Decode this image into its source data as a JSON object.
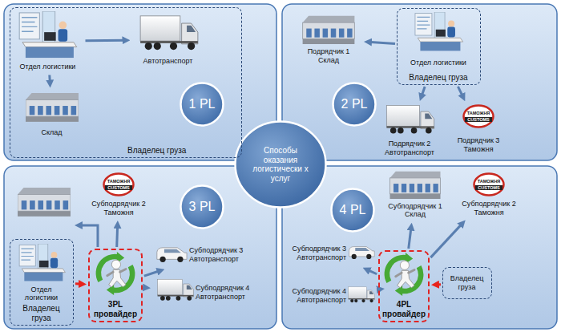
{
  "diagram": {
    "nodes": [
      {
        "text": [
          "Способы оказания логистически х услуг"
        ]
      },
      {
        "text": [
          "1 PL"
        ]
      },
      {
        "text": [
          "2 PL"
        ]
      },
      {
        "text": [
          "3 PL"
        ]
      },
      {
        "text": [
          "4 PL"
        ]
      },
      {
        "text": [
          "Владелец груза"
        ]
      },
      {
        "text": [
          "Отдел логистики"
        ],
        "in": 5
      },
      {
        "text": [
          "Автотранспорт"
        ],
        "in": 5
      },
      {
        "text": [
          "Склад"
        ],
        "in": 5
      },
      {
        "text": [
          "Владелец груза"
        ]
      },
      {
        "text": [
          "Отдел логистики"
        ],
        "in": 9
      },
      {
        "text": [
          "Подрядчик 1 Склад"
        ]
      },
      {
        "text": [
          "Подрядчик 2 Автотранспорт"
        ]
      },
      {
        "text": [
          "ТАМОЖНЯ",
          "CUSTOMS",
          "Подрядчик 3 Таможня"
        ]
      },
      {
        "text": [
          "Владелец груза"
        ]
      },
      {
        "text": [
          "Отдел логистики"
        ],
        "in": 14
      },
      {
        "text": [
          "3PL провайдер"
        ]
      },
      {
        "text": [
          "ТАМОЖНЯ",
          "CUSTOMS",
          "Субподрядчик 2 Таможня"
        ]
      },
      {
        "text": [
          "Субподрядчик 3 Автотранспорт"
        ]
      },
      {
        "text": [
          "Субподрядчик 4 Автотранспорт"
        ]
      },
      {
        "text": [
          "Субподрядчик 1 Склад"
        ]
      },
      {
        "text": [
          "ТАМОЖНЯ",
          "CUSTOMS",
          "Субподрядчик 2 Таможня"
        ]
      },
      {
        "text": [
          "Субподрядчик 3 Автотранспорт"
        ]
      },
      {
        "text": [
          "Субподрядчик 4 Автотранспорт"
        ]
      },
      {
        "text": [
          "4PL провайдер"
        ]
      },
      {
        "text": [
          "Владелец груза"
        ]
      }
    ],
    "edges": [
      {
        "from": 6,
        "to": 7,
        "arrow": "to"
      },
      {
        "from": 6,
        "to": 8,
        "arrow": "to"
      },
      {
        "from": 9,
        "to": 11,
        "arrow": "to"
      },
      {
        "from": 9,
        "to": 12,
        "arrow": "to"
      },
      {
        "from": 9,
        "to": 13,
        "arrow": "to"
      },
      {
        "from": 14,
        "to": 16,
        "arrow": "to"
      },
      {
        "from": 16,
        "to": 17,
        "arrow": "to"
      },
      {
        "from": 16,
        "to": 18,
        "arrow": "to"
      },
      {
        "from": 16,
        "to": 19,
        "arrow": "to"
      },
      {
        "from": 25,
        "to": 24,
        "arrow": "to"
      },
      {
        "from": 24,
        "to": 20,
        "arrow": "to"
      },
      {
        "from": 24,
        "to": 21,
        "arrow": "to"
      },
      {
        "from": 24,
        "to": 22,
        "arrow": "to"
      },
      {
        "from": 24,
        "to": 23,
        "arrow": "to"
      }
    ]
  }
}
